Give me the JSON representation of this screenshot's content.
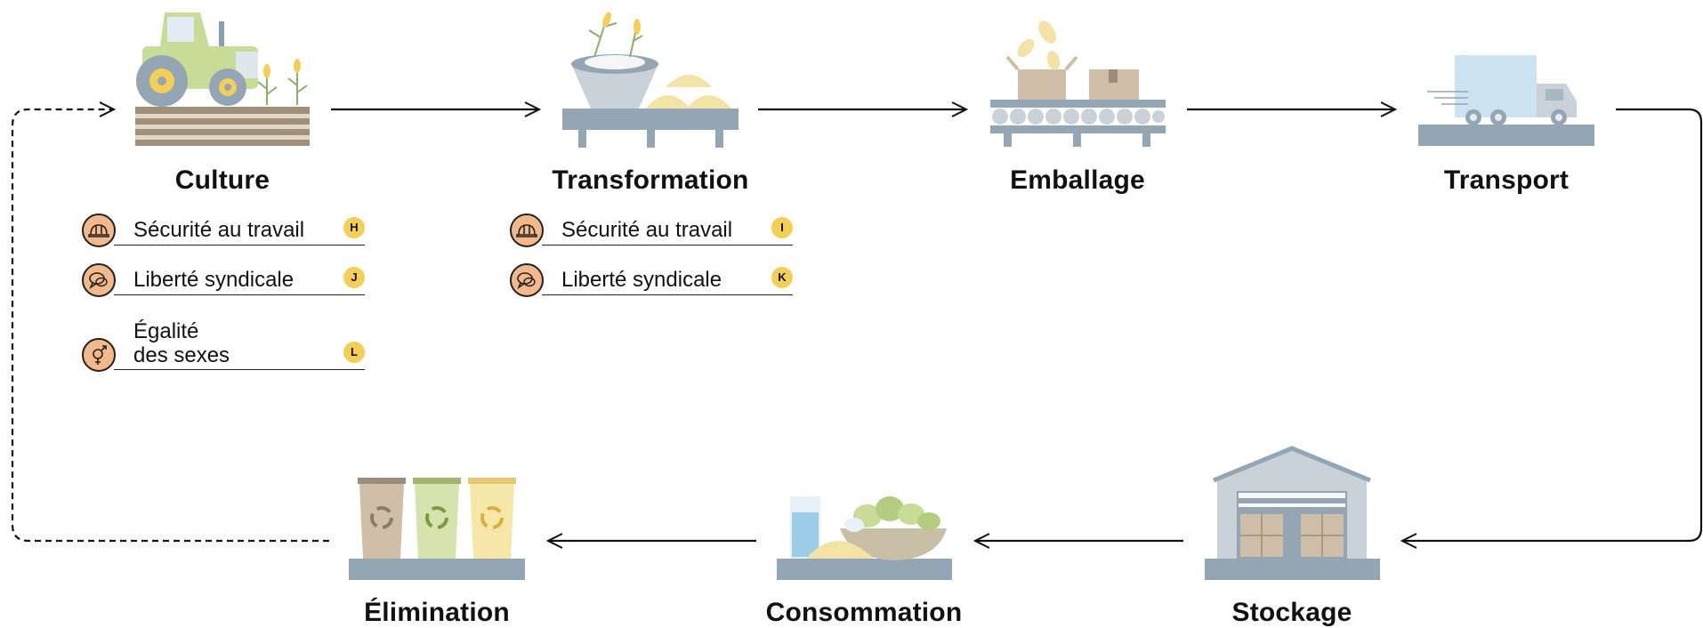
{
  "stages": {
    "culture": {
      "title": "Culture",
      "icon": "tractor-field-icon"
    },
    "transformation": {
      "title": "Transformation",
      "icon": "flour-bread-icon"
    },
    "emballage": {
      "title": "Emballage",
      "icon": "conveyor-boxes-icon"
    },
    "transport": {
      "title": "Transport",
      "icon": "delivery-truck-icon"
    },
    "stockage": {
      "title": "Stockage",
      "icon": "warehouse-icon"
    },
    "consommation": {
      "title": "Consommation",
      "icon": "meal-bowl-icon"
    },
    "elimination": {
      "title": "Élimination",
      "icon": "recycling-bins-icon"
    }
  },
  "issues": {
    "culture": [
      {
        "label": "Sécurité au travail",
        "ref": "H",
        "icon": "hard-hat-icon"
      },
      {
        "label": "Liberté syndicale",
        "ref": "J",
        "icon": "speech-bubbles-icon"
      },
      {
        "label_line1": "Égalité",
        "label_line2": "des sexes",
        "ref": "L",
        "icon": "gender-symbol-icon"
      }
    ],
    "transformation": [
      {
        "label": "Sécurité au travail",
        "ref": "I",
        "icon": "hard-hat-icon"
      },
      {
        "label": "Liberté syndicale",
        "ref": "K",
        "icon": "speech-bubbles-icon"
      }
    ]
  },
  "colors": {
    "badge": "#f3b98a",
    "ref": "#f3cf57",
    "platform": "#94a5b3",
    "tractor": "#c8dc98",
    "soil": "#a0907a",
    "truck": "#cce3f2",
    "warehouse": "#c9d2d8",
    "box": "#cfbfa8",
    "bread": "#f3e3a6"
  }
}
